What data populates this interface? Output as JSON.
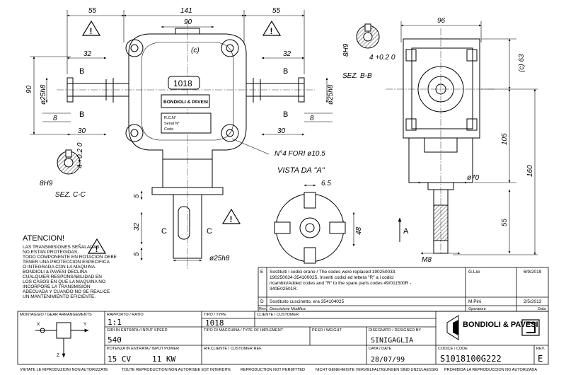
{
  "drawing": {
    "top_dims": {
      "left": "55",
      "middle": "141",
      "right": "55",
      "bolt_span": "90",
      "right_view_width": "96"
    },
    "center_label": "(c)",
    "model_plate": "1018",
    "brand_plate": "BONDIOLI & PAVESI",
    "nameplate_lines": [
      "R.C.N°",
      "Serial N°",
      "Code"
    ],
    "left_dims": {
      "d32": "32",
      "d30": "30",
      "d8": "8",
      "d90": "90",
      "shaft": "ø25h8"
    },
    "right_dims": {
      "d32": "32",
      "d30": "30",
      "d8": "8",
      "shaft": "ø25h8"
    },
    "section_b": {
      "label": "SEZ. B-B",
      "key_width": "8H9",
      "key_depth": "4 +0.2 0"
    },
    "section_c": {
      "label": "SEZ. C-C",
      "key_width": "8H9",
      "key_depth": "4 +0.2 0"
    },
    "holes_note": "N°4 FORI ø10.5",
    "view_a": {
      "label": "VISTA DA \"A\"",
      "d65": "6.5",
      "d48": "48",
      "arrow": "A"
    },
    "bottom_dims": {
      "d32": "32",
      "d5a": "5",
      "d5b": "5",
      "shaft": "ø25h8"
    },
    "right_view": {
      "d63": "(c) 63",
      "d105": "105",
      "d160": "160",
      "d55": "55",
      "d70": "ø70",
      "thread": "M8"
    },
    "section_letters": {
      "b": "B",
      "c": "C"
    },
    "warning": {
      "title": "ATENCION!",
      "lines": [
        "LAS TRANSMISIONES SEÑALADAS",
        "NO ESTAN PROTEGIDAS.",
        "TODO COMPONENTE EN ROTACION DEBE",
        "TENER UNA PROTECCION ESPECIFICA",
        "O INTEGRADA CON LA MAQUINA.",
        "BONDIOLI & PAVESI DECLINA",
        "CUALQUIER RESPONSABILIDAD EN",
        "LOS CASOS EN QUE LA MAQUINA NO",
        "INCORPORE LA TRANSMISION",
        "ADECUADA Y CUANDO NO SE REALICE",
        "UN MANTENIMIENTO EFICIENTE."
      ]
    },
    "revisions": [
      {
        "rev": "E",
        "text1": "Sostituiti i codici erano / The codes were replaced 190250033-",
        "text2": "190250034-354100025. Inseriti codici ed lettera \"R\" a i codici",
        "text3": "ricambio/Added codes and \"R\" to the spare parts codes 49/011500R -",
        "text4": "340E02501R.",
        "operator": "G.Lici",
        "date": "6/9/2019"
      },
      {
        "rev": "D",
        "text1": "Sostituito cuscinetto, era 354104025",
        "text2": "",
        "text3": "",
        "text4": "",
        "operator": "M.Pini",
        "date": "2/5/2013"
      }
    ],
    "rev_header": {
      "rev": "Rev.",
      "desc": "Descrizione Modifica",
      "op": "Operatore",
      "date": "Data"
    },
    "title_block": {
      "arrangement_label": "MONTAGGIO / GEAR ARRANGEMENTS",
      "ratio_label": "RAPPORTO / RATIO",
      "ratio": "1:1",
      "type_label": "TIPO / TYPE",
      "type": "1018",
      "speed_label": "GIRI IN ENTRATA / INPUT SPEED",
      "speed": "540",
      "machine_label": "TIPO DI MACCHINA / TYPE OF IMPLEMENT",
      "weight_label": "PESO / WEIGHT",
      "designed_label": "DISEGNATO / DESIGNED BY",
      "designed": "SINIGAGLIA",
      "power_label": "POTENZA IN ENTRATA / INPUT POWER",
      "power_cv": "15 CV",
      "power_kw": "11 KW",
      "cust_ref_label": "RIF.CLIENTE / CUSTOMER REF.",
      "date_label": "DATA / DATE",
      "date": "28/07/99",
      "customer_label": "CLIENTE / CUSTOMER",
      "code_label": "CODICE / CODE",
      "code": "S1018100G222",
      "rev_label": "REV.",
      "rev": "E",
      "logo": "BONDIOLI & PAVESI",
      "axis_x": "X",
      "axis_y": "Y",
      "axis_z": "Z"
    },
    "footer": [
      "VIETATE LE RIPRODUZIONI NON AUTORIZZATE",
      "TOUTE REPRODUCTION NON AUTORISEE EST INTERDITE",
      "REPRODUCTION NOT PERMITTED",
      "NICHT GENEHMIGTE VERVIELFALTIGUNGEN SIND UNZULAESSIG",
      "PROHIBIDA LA REPRODUCCION NO AUTORIZADA"
    ]
  }
}
